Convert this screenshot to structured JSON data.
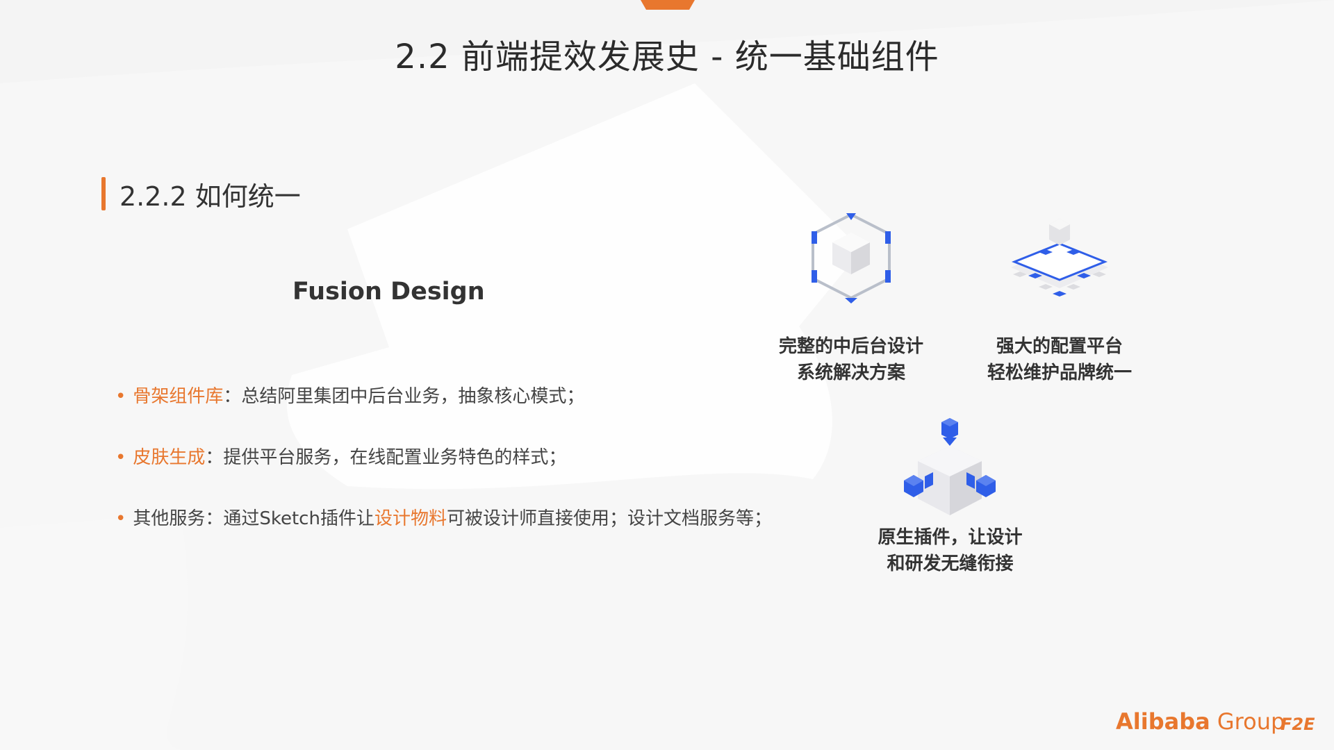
{
  "slide": {
    "title": "2.2 前端提效发展史 - 统一基础组件",
    "subtitle": "2.2.2 如何统一",
    "brand_name": "Fusion Design"
  },
  "bullets": [
    {
      "dot": "•",
      "highlight": "骨架组件库",
      "text": "：总结阿里集团中后台业务，抽象核心模式；"
    },
    {
      "dot": "•",
      "highlight": "皮肤生成",
      "text": "：提供平台服务，在线配置业务特色的样式；"
    },
    {
      "dot": "•",
      "prefix": "其他服务：通过Sketch插件让",
      "highlight": "设计物料",
      "text": "可被设计师直接使用；设计文档服务等；"
    }
  ],
  "features": [
    {
      "icon": "frame-cube-icon",
      "line1": "完整的中后台设计",
      "line2": "系统解决方案"
    },
    {
      "icon": "platform-grid-icon",
      "line1": "强大的配置平台",
      "line2": "轻松维护品牌统一"
    },
    {
      "icon": "plugin-cubes-icon",
      "line1": "原生插件，让设计",
      "line2": "和研发无缝衔接"
    }
  ],
  "footer": {
    "logo_bold": "Alibaba",
    "logo_group": "Group",
    "logo_mark": "F2E"
  },
  "colors": {
    "accent": "#e8772e",
    "icon_blue": "#2f5ee8",
    "background": "#f4f4f4",
    "text": "#333333"
  }
}
